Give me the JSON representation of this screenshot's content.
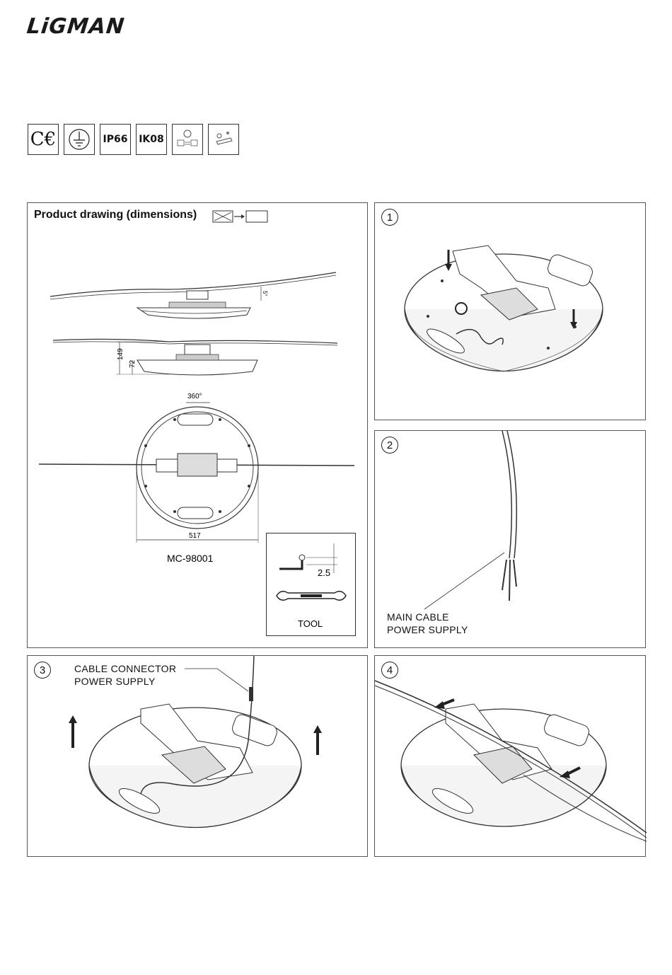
{
  "brand": {
    "logo_text": "LiGMAN"
  },
  "certifications": [
    {
      "label": "CE"
    },
    {
      "label": "earth-symbol"
    },
    {
      "label": "IP66"
    },
    {
      "label": "IK08"
    },
    {
      "label": "adjustable-tilt-symbol"
    },
    {
      "label": "rotation-symbol"
    }
  ],
  "product_drawing": {
    "title": "Product drawing (dimensions)",
    "model": "MC-98001",
    "dimensions": {
      "tilt": "5°",
      "height_total": "149",
      "height_body": "72",
      "rotation": "360°",
      "diameter": "517"
    },
    "tool": {
      "label": "TOOL",
      "hex_key_size": "2.5"
    }
  },
  "steps": [
    {
      "number": "1"
    },
    {
      "number": "2",
      "callout_line1": "MAIN CABLE",
      "callout_line2": "POWER SUPPLY"
    },
    {
      "number": "3",
      "callout_line1": "CABLE CONNECTOR",
      "callout_line2": "POWER SUPPLY"
    },
    {
      "number": "4"
    }
  ]
}
